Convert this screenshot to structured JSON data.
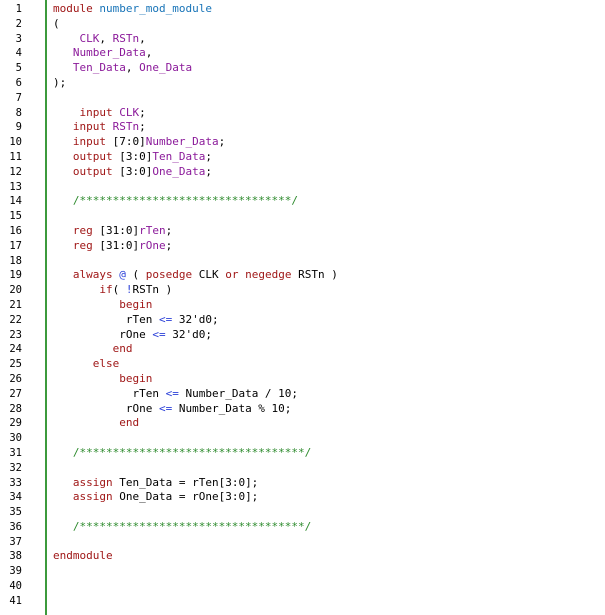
{
  "editor": {
    "colors": {
      "keyword": "#a01818",
      "identifier": "#8b1a9a",
      "operator": "#2a3fd8",
      "comment": "#2e8b2e",
      "module_name": "#1874b8",
      "gutter_rule": "#3c9a3c"
    },
    "lines": [
      {
        "n": "1",
        "t": [
          {
            "c": "kw",
            "s": "module "
          },
          {
            "c": "mn",
            "s": "number_mod_module"
          }
        ]
      },
      {
        "n": "2",
        "t": [
          {
            "c": "tx",
            "s": "("
          }
        ]
      },
      {
        "n": "3",
        "t": [
          {
            "c": "id",
            "s": "    CLK"
          },
          {
            "c": "tx",
            "s": ", "
          },
          {
            "c": "id",
            "s": "RSTn"
          },
          {
            "c": "tx",
            "s": ","
          }
        ]
      },
      {
        "n": "4",
        "t": [
          {
            "c": "id",
            "s": "   Number_Data"
          },
          {
            "c": "tx",
            "s": ","
          }
        ]
      },
      {
        "n": "5",
        "t": [
          {
            "c": "id",
            "s": "   Ten_Data"
          },
          {
            "c": "tx",
            "s": ", "
          },
          {
            "c": "id",
            "s": "One_Data"
          }
        ]
      },
      {
        "n": "6",
        "t": [
          {
            "c": "tx",
            "s": ");"
          }
        ]
      },
      {
        "n": "7",
        "t": []
      },
      {
        "n": "8",
        "t": [
          {
            "c": "kw",
            "s": "    input "
          },
          {
            "c": "id",
            "s": "CLK"
          },
          {
            "c": "tx",
            "s": ";"
          }
        ]
      },
      {
        "n": "9",
        "t": [
          {
            "c": "kw",
            "s": "   input "
          },
          {
            "c": "id",
            "s": "RSTn"
          },
          {
            "c": "tx",
            "s": ";"
          }
        ]
      },
      {
        "n": "10",
        "t": [
          {
            "c": "kw",
            "s": "   input "
          },
          {
            "c": "tx",
            "s": "[7:0]"
          },
          {
            "c": "id",
            "s": "Number_Data"
          },
          {
            "c": "tx",
            "s": ";"
          }
        ]
      },
      {
        "n": "11",
        "t": [
          {
            "c": "kw",
            "s": "   output "
          },
          {
            "c": "tx",
            "s": "[3:0]"
          },
          {
            "c": "id",
            "s": "Ten_Data"
          },
          {
            "c": "tx",
            "s": ";"
          }
        ]
      },
      {
        "n": "12",
        "t": [
          {
            "c": "kw",
            "s": "   output "
          },
          {
            "c": "tx",
            "s": "[3:0]"
          },
          {
            "c": "id",
            "s": "One_Data"
          },
          {
            "c": "tx",
            "s": ";"
          }
        ]
      },
      {
        "n": "13",
        "t": []
      },
      {
        "n": "14",
        "t": [
          {
            "c": "cm",
            "s": "   /********************************/"
          }
        ]
      },
      {
        "n": "15",
        "t": []
      },
      {
        "n": "16",
        "t": [
          {
            "c": "kw",
            "s": "   reg "
          },
          {
            "c": "tx",
            "s": "[31:0]"
          },
          {
            "c": "id",
            "s": "rTen"
          },
          {
            "c": "tx",
            "s": ";"
          }
        ]
      },
      {
        "n": "17",
        "t": [
          {
            "c": "kw",
            "s": "   reg "
          },
          {
            "c": "tx",
            "s": "[31:0]"
          },
          {
            "c": "id",
            "s": "rOne"
          },
          {
            "c": "tx",
            "s": ";"
          }
        ]
      },
      {
        "n": "18",
        "t": []
      },
      {
        "n": "19",
        "t": [
          {
            "c": "kw",
            "s": "   always "
          },
          {
            "c": "op",
            "s": "@"
          },
          {
            "c": "tx",
            "s": " ( "
          },
          {
            "c": "kw",
            "s": "posedge "
          },
          {
            "c": "tx",
            "s": "CLK "
          },
          {
            "c": "kw",
            "s": "or "
          },
          {
            "c": "kw",
            "s": "negedge "
          },
          {
            "c": "tx",
            "s": "RSTn )"
          }
        ]
      },
      {
        "n": "20",
        "t": [
          {
            "c": "kw",
            "s": "       if"
          },
          {
            "c": "tx",
            "s": "( "
          },
          {
            "c": "op",
            "s": "!"
          },
          {
            "c": "tx",
            "s": "RSTn )"
          }
        ]
      },
      {
        "n": "21",
        "t": [
          {
            "c": "kw",
            "s": "          begin"
          }
        ]
      },
      {
        "n": "22",
        "t": [
          {
            "c": "tx",
            "s": "           rTen "
          },
          {
            "c": "op",
            "s": "<="
          },
          {
            "c": "tx",
            "s": " 32'd0;"
          }
        ]
      },
      {
        "n": "23",
        "t": [
          {
            "c": "tx",
            "s": "          rOne "
          },
          {
            "c": "op",
            "s": "<="
          },
          {
            "c": "tx",
            "s": " 32'd0;"
          }
        ]
      },
      {
        "n": "24",
        "t": [
          {
            "c": "kw",
            "s": "         end"
          }
        ]
      },
      {
        "n": "25",
        "t": [
          {
            "c": "kw",
            "s": "      else"
          }
        ]
      },
      {
        "n": "26",
        "t": [
          {
            "c": "kw",
            "s": "          begin"
          }
        ]
      },
      {
        "n": "27",
        "t": [
          {
            "c": "tx",
            "s": "            rTen "
          },
          {
            "c": "op",
            "s": "<="
          },
          {
            "c": "tx",
            "s": " Number_Data / 10;"
          }
        ]
      },
      {
        "n": "28",
        "t": [
          {
            "c": "tx",
            "s": "           rOne "
          },
          {
            "c": "op",
            "s": "<="
          },
          {
            "c": "tx",
            "s": " Number_Data % 10;"
          }
        ]
      },
      {
        "n": "29",
        "t": [
          {
            "c": "kw",
            "s": "          end"
          }
        ]
      },
      {
        "n": "30",
        "t": []
      },
      {
        "n": "31",
        "t": [
          {
            "c": "cm",
            "s": "   /**********************************/"
          }
        ]
      },
      {
        "n": "32",
        "t": []
      },
      {
        "n": "33",
        "t": [
          {
            "c": "kw",
            "s": "   assign "
          },
          {
            "c": "tx",
            "s": "Ten_Data = rTen[3:0];"
          }
        ]
      },
      {
        "n": "34",
        "t": [
          {
            "c": "kw",
            "s": "   assign "
          },
          {
            "c": "tx",
            "s": "One_Data = rOne[3:0];"
          }
        ]
      },
      {
        "n": "35",
        "t": []
      },
      {
        "n": "36",
        "t": [
          {
            "c": "cm",
            "s": "   /**********************************/"
          }
        ]
      },
      {
        "n": "37",
        "t": []
      },
      {
        "n": "38",
        "t": [
          {
            "c": "kw",
            "s": "endmodule"
          }
        ]
      },
      {
        "n": "39",
        "t": []
      },
      {
        "n": "40",
        "t": []
      },
      {
        "n": "41",
        "t": []
      }
    ]
  }
}
